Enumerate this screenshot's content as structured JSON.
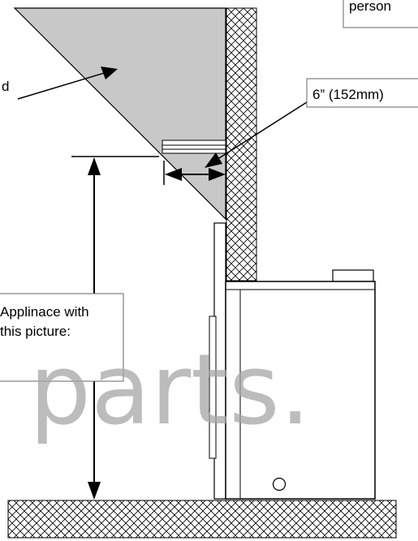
{
  "labels": {
    "top_right_fragment": "person",
    "left_fragment": "d",
    "clearance_label": "6” (152mm)",
    "note_line1": "Applinace with",
    "note_line2": "this picture:"
  },
  "watermark": "parts.",
  "colors": {
    "hood_fill": "#c8c8c8",
    "watermark": "#a6a6a6",
    "ink": "#000000"
  }
}
